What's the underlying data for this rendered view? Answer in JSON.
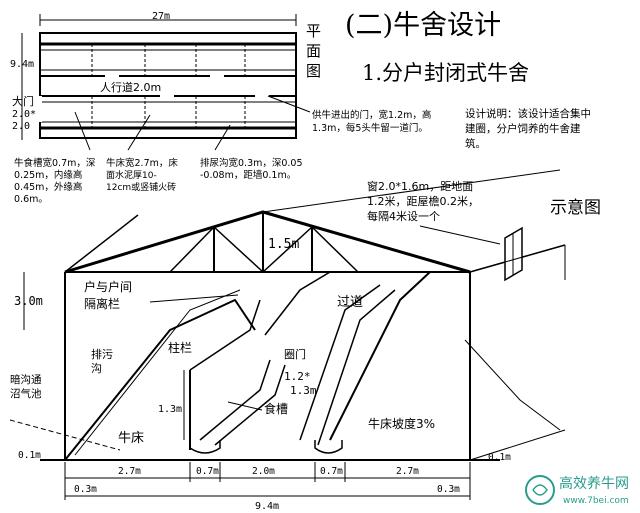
{
  "heading": {
    "title": "(二)牛舍设计",
    "subtitle": "1.分户封闭式牛舍"
  },
  "plan": {
    "label": "平面图",
    "width_dim": "27m",
    "depth_dim": "9.4m",
    "gate_label": "大门",
    "gate_dims": [
      "2.0*",
      "2.0"
    ],
    "aisle_label": "人行道2.0m",
    "cattle_door_note": [
      "供牛进出的门，宽1.2m，高",
      "1.3m，每5头牛留一道门。"
    ],
    "trough_note": [
      "牛食槽宽0.7m，深",
      "0.25m，内缘高",
      "0.45m，外缘高",
      "0.6m。"
    ],
    "bed_note": [
      "牛床宽2.7m，床",
      "面水泥厚10-",
      "12cm或竖铺火砖"
    ],
    "ditch_note": [
      "排尿沟宽0.3m，深0.05",
      "-0.08m，距墙0.1m。"
    ]
  },
  "design_note": [
    "设计说明：该设计适合集中",
    "建圈，分户饲养的牛舍建",
    "筑。"
  ],
  "window_note": [
    "窗2.0*1.6m，距地面",
    "1.2米，距屋檐0.2米，",
    "每隔4米设一个"
  ],
  "diagram_label": "示意图",
  "section": {
    "roof_height": "1.5m",
    "wall_height": "3.0m",
    "partition": [
      "户与户间",
      "隔离栏"
    ],
    "aisle": "过道",
    "sewage": [
      "排污",
      "沟"
    ],
    "culvert": [
      "暗沟通",
      "沼气池"
    ],
    "rail": "柱栏",
    "rail_height": "1.3m",
    "pen_gate": "圈门",
    "pen_gate_dims": [
      "1.2*",
      "1.3m"
    ],
    "trough": "食槽",
    "bed": "牛床",
    "bed_slope": "牛床坡度3%",
    "bottom_dims": [
      "0.1m",
      "0.3m",
      "2.7m",
      "0.7m",
      "2.0m",
      "0.7m",
      "2.7m",
      "0.3m",
      "0.1m"
    ],
    "total_width": "9.4m"
  },
  "watermark": {
    "cn": "高效养牛网",
    "url": "www.7bei.com"
  }
}
